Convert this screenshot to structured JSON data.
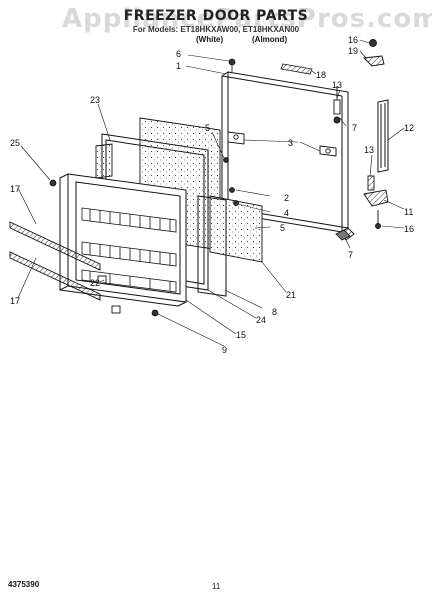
{
  "header": {
    "watermark": "AppliancePartsPros.com",
    "title": "FREEZER DOOR PARTS",
    "models": "For Models: ET18HKXAW00, ET18HKXAN00",
    "finish_white": "(White)",
    "finish_almond": "(Almond)"
  },
  "callouts": [
    "1",
    "2",
    "3",
    "4",
    "5",
    "5",
    "6",
    "7",
    "7",
    "8",
    "9",
    "11",
    "12",
    "13",
    "13",
    "15",
    "16",
    "16",
    "17",
    "17",
    "18",
    "19",
    "21",
    "22",
    "23",
    "24",
    "25"
  ],
  "footer": {
    "part_number": "4375390",
    "page_number": "11"
  }
}
